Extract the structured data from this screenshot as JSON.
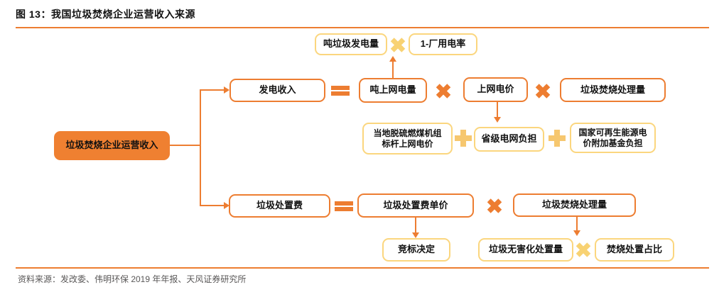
{
  "title": "图 13：我国垃圾焚烧企业运营收入来源",
  "source": "资料来源：发改委、伟明环保 2019 年年报、天风证券研究所",
  "colors": {
    "accent_orange": "#ED7D31",
    "solid_box_fill": "#EF8031",
    "light_yellow_border": "#FBD67E",
    "light_multiply": "#F8D273",
    "light_plus": "#F6C76F",
    "text": "#111111",
    "source_text": "#595757"
  },
  "diagram": {
    "root": "垃圾焚烧企业运营收入",
    "power_branch": {
      "title": "发电收入",
      "factor1": "吨上网电量",
      "factor2": "上网电价",
      "factor3": "垃圾焚烧处理量",
      "generation_sub": {
        "factor1": "吨垃圾发电量",
        "factor2": "1-厂用电率"
      },
      "tariff_sub": {
        "term1": "当地脱硫燃煤机组\n标杆上网电价",
        "term2": "省级电网负担",
        "term3": "国家可再生能源电\n价附加基金负担"
      }
    },
    "disposal_branch": {
      "title": "垃圾处置费",
      "factor1": "垃圾处置费单价",
      "factor2": "垃圾焚烧处理量",
      "price_sub": "竞标决定",
      "volume_sub": {
        "factor1": "垃圾无害化处置量",
        "factor2": "焚烧处置占比"
      }
    }
  }
}
